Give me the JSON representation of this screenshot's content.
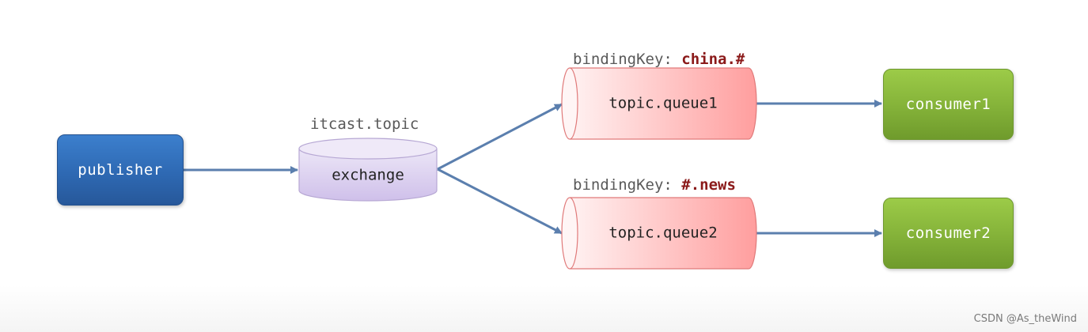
{
  "publisher": {
    "label": "publisher"
  },
  "exchange": {
    "name": "itcast.topic",
    "label": "exchange"
  },
  "queues": [
    {
      "binding_prefix": "bindingKey: ",
      "binding_key": "china.#",
      "label": "topic.queue1"
    },
    {
      "binding_prefix": "bindingKey: ",
      "binding_key": "#.news",
      "label": "topic.queue2"
    }
  ],
  "consumers": [
    {
      "label": "consumer1"
    },
    {
      "label": "consumer2"
    }
  ],
  "watermark": "CSDN @As_theWind",
  "colors": {
    "publisher": "#2e69b3",
    "exchange": "#ddd3ef",
    "queue": "#ffb8b8",
    "consumer": "#86b43a",
    "arrow": "#5b7fae",
    "binding_key": "#8b1a1a"
  }
}
